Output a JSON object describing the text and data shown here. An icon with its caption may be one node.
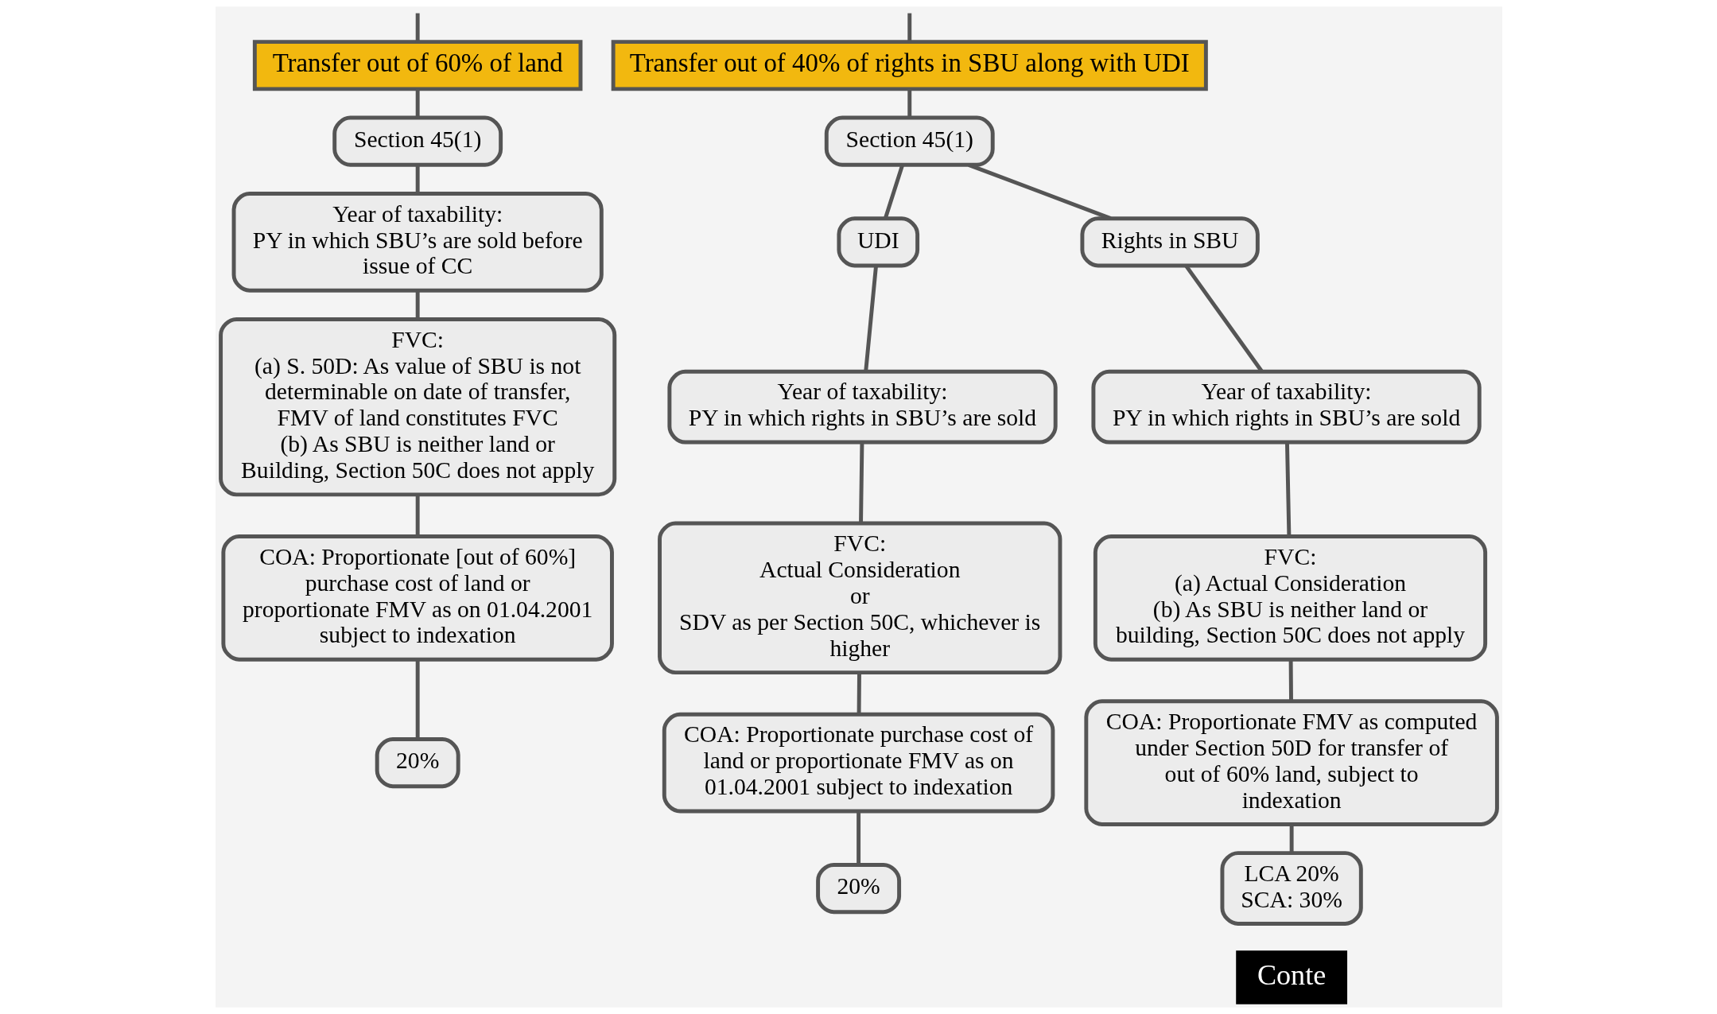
{
  "diagram": {
    "nodes": [
      {
        "text": [
          "Transfer out of 60% of land"
        ]
      },
      {
        "text": [
          "Section 45(1)"
        ]
      },
      {
        "text": [
          "Year of taxability:",
          "PY in which SBU’s are sold before issue of CC"
        ]
      },
      {
        "text": [
          "FVC:",
          "(a) S. 50D: As value of SBU is not determinable on date of transfer, FMV of land constitutes FVC",
          "(b) As SBU is neither land or Building, Section 50C does not apply"
        ]
      },
      {
        "text": [
          "COA: Proportionate [out of 60%] purchase cost of land or proportionate FMV as on 01.04.2001 subject to indexation"
        ]
      },
      {
        "text": [
          "20%"
        ]
      },
      {
        "text": [
          "Transfer out of 40% of rights in SBU along with UDI"
        ]
      },
      {
        "text": [
          "Section 45(1)"
        ]
      },
      {
        "text": [
          "UDI"
        ]
      },
      {
        "text": [
          "Year of taxability:",
          "PY in which rights in SBU’s are sold"
        ]
      },
      {
        "text": [
          "FVC:",
          "Actual Consideration",
          "or",
          "SDV as per Section 50C, whichever is higher"
        ]
      },
      {
        "text": [
          "COA: Proportionate purchase cost of land or proportionate FMV as on 01.04.2001 subject to indexation"
        ]
      },
      {
        "text": [
          "20%"
        ]
      },
      {
        "text": [
          "Rights in SBU"
        ]
      },
      {
        "text": [
          "Year of taxability:",
          "PY in which rights in SBU’s are sold"
        ]
      },
      {
        "text": [
          "FVC:",
          "(a) Actual Consideration",
          "(b) As SBU is neither land or building, Section 50C does not apply"
        ]
      },
      {
        "text": [
          "COA: Proportionate FMV as computed under Section 50D for transfer of out of 60% land, subject to indexation"
        ]
      },
      {
        "text": [
          "LCA 20%",
          "SCA: 30%"
        ]
      }
    ],
    "edges": [
      {
        "from": null,
        "to": 0,
        "arrow": "none"
      },
      {
        "from": null,
        "to": 6,
        "arrow": "none"
      },
      {
        "from": 0,
        "to": 1,
        "arrow": "none"
      },
      {
        "from": 1,
        "to": 2,
        "arrow": "none"
      },
      {
        "from": 2,
        "to": 3,
        "arrow": "none"
      },
      {
        "from": 3,
        "to": 4,
        "arrow": "none"
      },
      {
        "from": 4,
        "to": 5,
        "arrow": "none"
      },
      {
        "from": 6,
        "to": 7,
        "arrow": "none"
      },
      {
        "from": 7,
        "to": 8,
        "arrow": "none"
      },
      {
        "from": 7,
        "to": 13,
        "arrow": "none"
      },
      {
        "from": 8,
        "to": 9,
        "arrow": "none"
      },
      {
        "from": 9,
        "to": 10,
        "arrow": "none"
      },
      {
        "from": 10,
        "to": 11,
        "arrow": "none"
      },
      {
        "from": 11,
        "to": 12,
        "arrow": "none"
      },
      {
        "from": 13,
        "to": 14,
        "arrow": "none"
      },
      {
        "from": 14,
        "to": 15,
        "arrow": "none"
      },
      {
        "from": 15,
        "to": 16,
        "arrow": "none"
      },
      {
        "from": 16,
        "to": 17,
        "arrow": "none"
      }
    ],
    "labels": [
      "Conte"
    ]
  }
}
